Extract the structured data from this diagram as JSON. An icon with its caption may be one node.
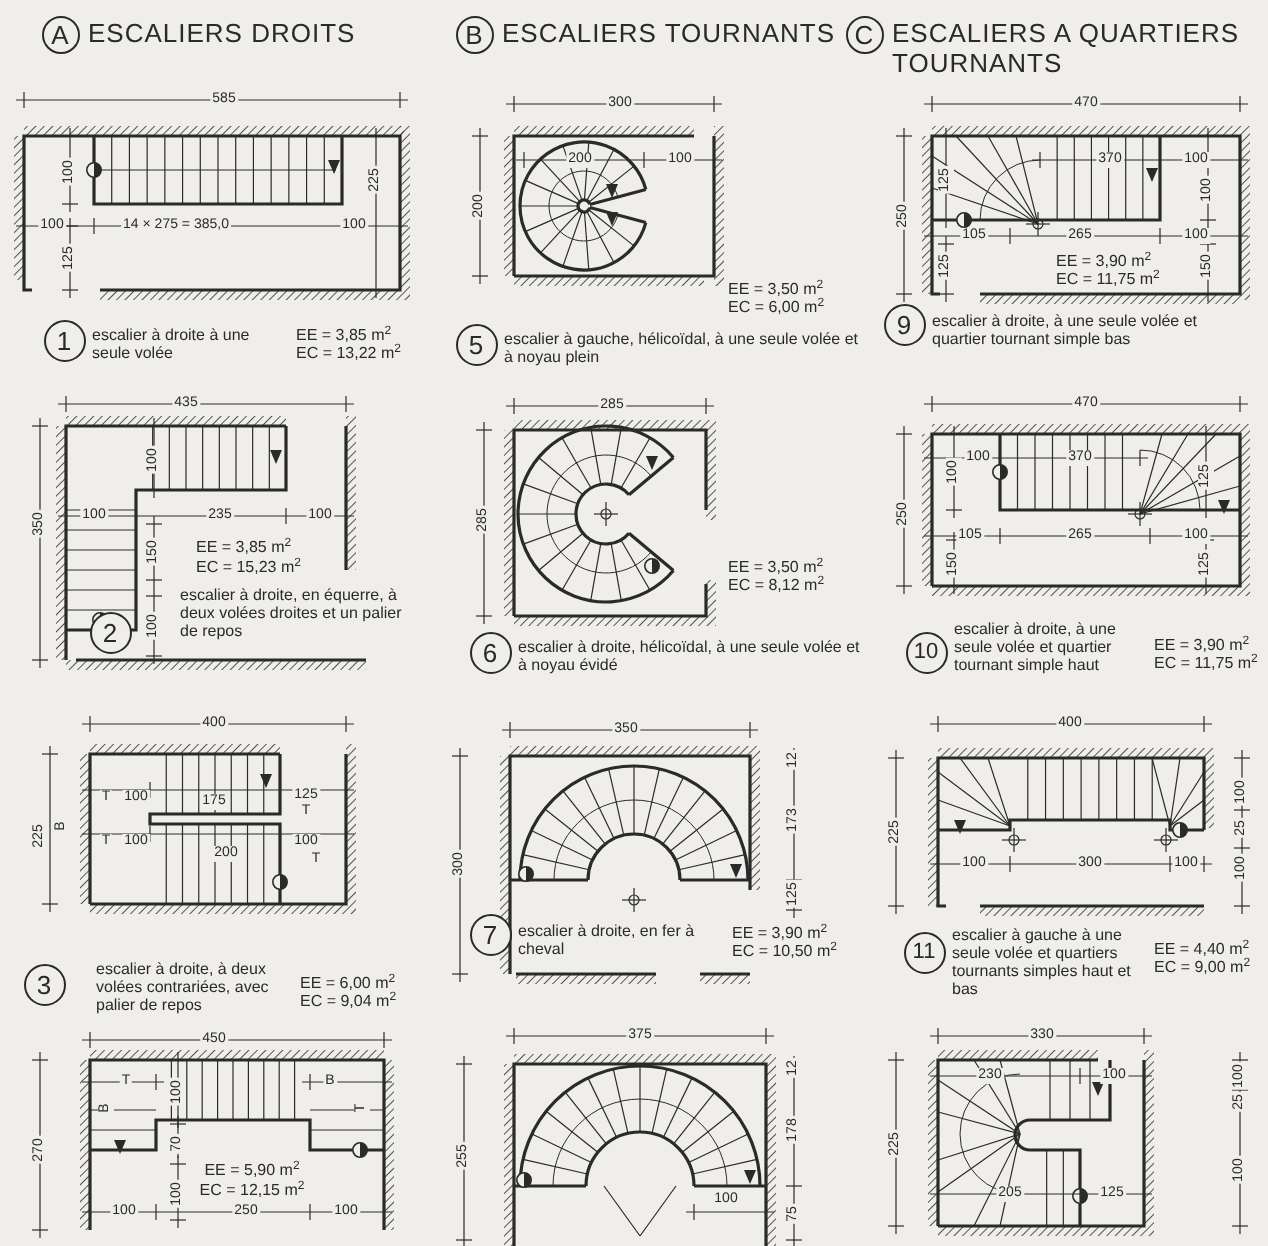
{
  "diagram": {
    "nodes": [
      {
        "text": [
          "A"
        ],
        "beside": [
          "ESCALIERS DROITS"
        ]
      },
      {
        "text": [
          "B"
        ],
        "beside": [
          "ESCALIERS TOURNANTS"
        ]
      },
      {
        "text": [
          "C"
        ],
        "beside": [
          "ESCALIERS A QUARTIERS TOURNANTS"
        ]
      },
      {
        "text": [
          "1"
        ],
        "beside": [
          "escalier à droite à une seule volée",
          "EE = 3,85 m$^{2}$",
          "EC = 13,22 m$^{2}$"
        ]
      },
      {
        "text": [
          "2"
        ],
        "beside": [
          "escalier à droite, en équerre, à deux volées droites et un palier de repos",
          "EE = 3,85 m$^{2}$",
          "EC = 15,23 m$^{2}$"
        ]
      },
      {
        "text": [
          "3"
        ],
        "beside": [
          "escalier à droite, à deux volées contrariées, avec palier de repos",
          "EE = 6,00 m$^{2}$",
          "EC = 9,04 m$^{2}$"
        ]
      },
      {
        "text": [
          "5"
        ],
        "beside": [
          "escalier à gauche, hélicoïdal, à une seule volée et à noyau plein",
          "EE = 3,50 m$^{2}$",
          "EC = 6,00 m$^{2}$"
        ]
      },
      {
        "text": [
          "6"
        ],
        "beside": [
          "escalier à droite, hélicoïdal, à une seule volée et à noyau évidé",
          "EE = 3,50 m$^{2}$",
          "EC = 8,12 m$^{2}$"
        ]
      },
      {
        "text": [
          "7"
        ],
        "beside": [
          "escalier à droite, en fer à cheval",
          "EE = 3,90 m$^{2}$",
          "EC = 10,50 m$^{2}$"
        ]
      },
      {
        "text": [
          "9"
        ],
        "beside": [
          "escalier à droite, à une seule volée et quartier tournant simple bas",
          "EE = 3,90 m$^{2}$",
          "EC = 11,75 m$^{2}$"
        ]
      },
      {
        "text": [
          "10"
        ],
        "beside": [
          "escalier à droite, à une seule volée et quartier tournant simple haut",
          "EE = 3,90 m$^{2}$",
          "EC = 11,75 m$^{2}$"
        ]
      },
      {
        "text": [
          "11"
        ],
        "beside": [
          "escalier à gauche à une seule volée et quartiers tournants simples haut et bas",
          "EE = 4,40 m$^{2}$",
          "EC = 9,00 m$^{2}$"
        ]
      }
    ],
    "labels": [
      "585",
      "100",
      "225",
      "100",
      "14 × 275 = 385,0",
      "100",
      "125",
      "435",
      "100",
      "350",
      "100",
      "235",
      "100",
      "150",
      "100",
      "400",
      "225",
      "B",
      "T",
      "100",
      "175",
      "125",
      "T",
      "T",
      "100",
      "200",
      "100",
      "T",
      "450",
      "T",
      "B",
      "B",
      "100",
      "T",
      "270",
      "70",
      "EE = 5,90 m$^{2}$",
      "100",
      "EC = 12,15 m$^{2}$",
      "100",
      "250",
      "100",
      "300",
      "200",
      "200",
      "100",
      "285",
      "285",
      "350",
      "12",
      "300",
      "173",
      "125",
      "375",
      "12",
      "255",
      "178",
      "100",
      "75",
      "470",
      "125",
      "370",
      "100",
      "250",
      "100",
      "105",
      "265",
      "100",
      "125",
      "150",
      "470",
      "100",
      "100",
      "370",
      "125",
      "250",
      "105",
      "265",
      "100",
      "150",
      "125",
      "400",
      "225",
      "100",
      "25",
      "100",
      "100",
      "300",
      "100",
      "330",
      "230",
      "100",
      "100",
      "25",
      "225",
      "100",
      "205",
      "125"
    ]
  }
}
